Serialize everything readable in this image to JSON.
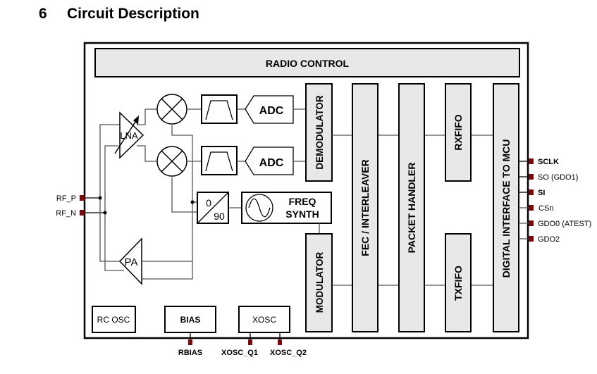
{
  "section": {
    "number": "6",
    "title": "Circuit Description"
  },
  "diagram": {
    "blocks": {
      "radio_control": "RADIO CONTROL",
      "lna": "LNA",
      "pa": "PA",
      "adc_top": "ADC",
      "adc_bottom": "ADC",
      "phase_top": "0",
      "phase_bottom": "90",
      "freq_synth_line1": "FREQ",
      "freq_synth_line2": "SYNTH",
      "demodulator": "DEMODULATOR",
      "modulator": "MODULATOR",
      "fec_interleaver": "FEC / INTERLEAVER",
      "packet_handler": "PACKET HANDLER",
      "rxfifo": "RXFIFO",
      "txfifo": "TXFIFO",
      "digital_interface": "DIGITAL INTERFACE TO MCU",
      "rc_osc": "RC OSC",
      "bias": "BIAS",
      "xosc": "XOSC"
    },
    "pins_left": [
      "RF_P",
      "RF_N"
    ],
    "pins_right": [
      "SCLK",
      "SO (GDO1)",
      "SI",
      "CSn",
      "GDO0 (ATEST)",
      "GDO2"
    ],
    "pins_bottom": [
      "RBIAS",
      "XOSC_Q1",
      "XOSC_Q2"
    ],
    "colors": {
      "pin": "#7a0a0a",
      "block_fill": "#e8e8e8",
      "line": "#000000"
    }
  }
}
